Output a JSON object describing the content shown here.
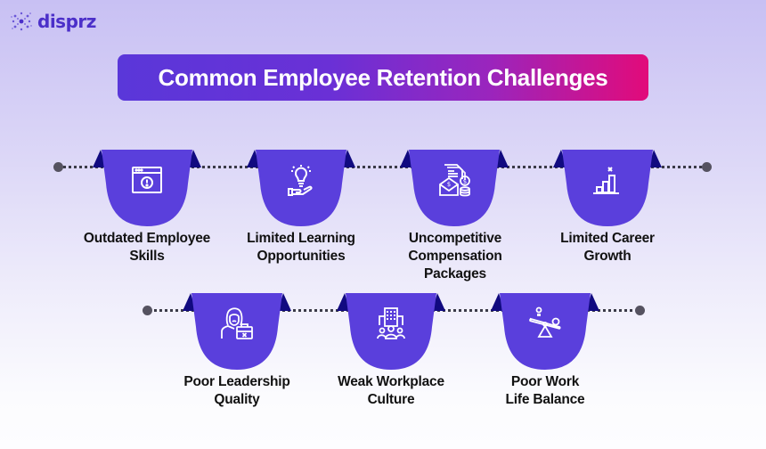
{
  "brand": {
    "name": "disprz",
    "color": "#4b2fc9"
  },
  "title": "Common Employee Retention Challenges",
  "colors": {
    "badge": "#5a3fdc",
    "badge_ear": "#110a80",
    "track": "#3b3b48",
    "title_start": "#5a37d9",
    "title_end": "#e20b7a"
  },
  "rows": [
    {
      "items": [
        {
          "label_line1": "Outdated Employee",
          "label_line2": "Skills",
          "icon": "browser-alert-icon"
        },
        {
          "label_line1": "Limited Learning",
          "label_line2": "Opportunities",
          "icon": "lightbulb-hand-icon"
        },
        {
          "label_line1": "Uncompetitive",
          "label_line2": "Compensation Packages",
          "icon": "document-money-icon"
        },
        {
          "label_line1": "Limited Career",
          "label_line2": "Growth",
          "icon": "bar-chart-cross-icon"
        }
      ]
    },
    {
      "items": [
        {
          "label_line1": "Poor Leadership",
          "label_line2": "Quality",
          "icon": "leader-briefcase-icon"
        },
        {
          "label_line1": "Weak Workplace",
          "label_line2": "Culture",
          "icon": "building-people-icon"
        },
        {
          "label_line1": "Poor Work",
          "label_line2": "Life Balance",
          "icon": "seesaw-icon"
        }
      ]
    }
  ]
}
